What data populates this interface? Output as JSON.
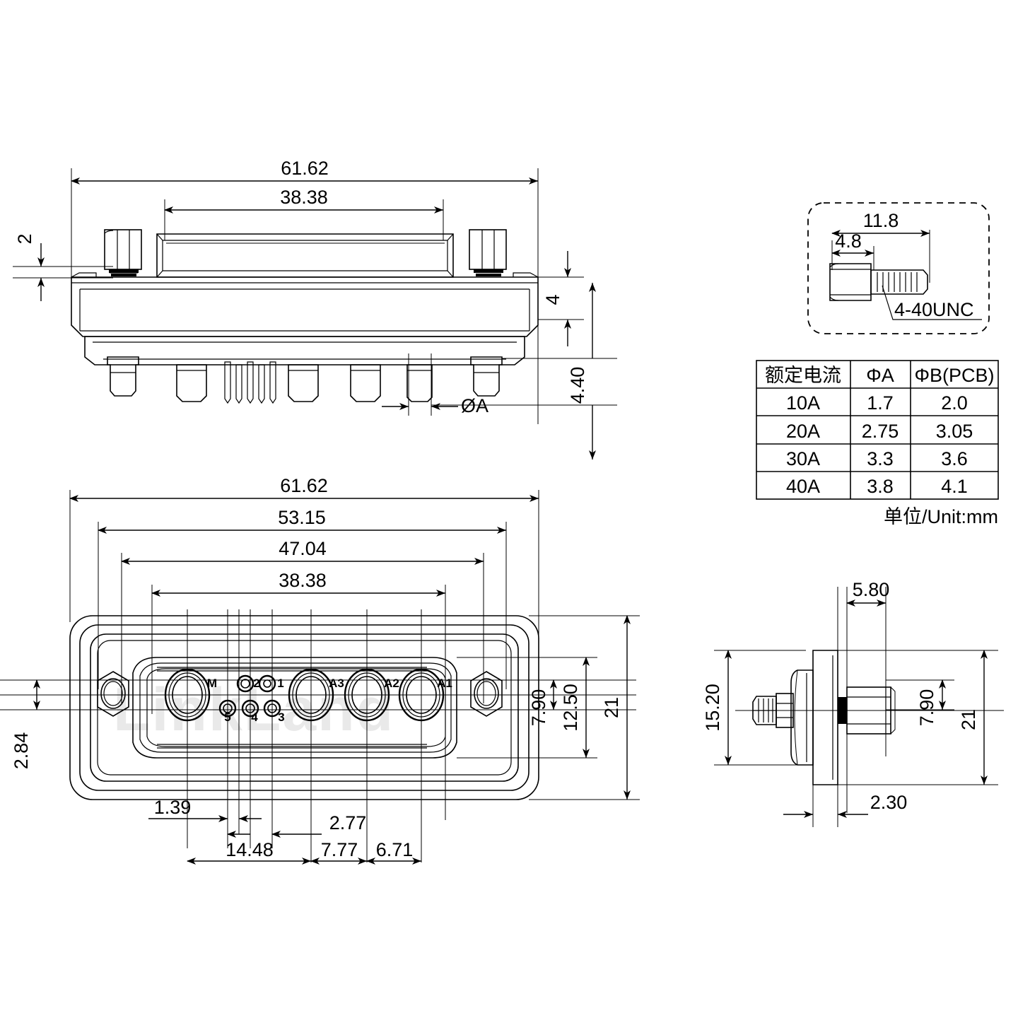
{
  "sheet": {
    "watermark": "LinkLand",
    "unit_note": "单位/Unit:mm"
  },
  "top_view": {
    "name": "side-elevation-view",
    "dimensions": {
      "overall_width": "61.62",
      "body_width": "38.38",
      "flange_thickness_top": "2",
      "flange_step": "4",
      "pin_length": "4.40",
      "pin_diameter_label": "ØA"
    }
  },
  "screw_detail": {
    "name": "jackscrew-detail",
    "total_length": "11.8",
    "head_length": "4.8",
    "thread_spec": "4-40UNC"
  },
  "front_view": {
    "name": "front-view",
    "horizontal_dims": {
      "overall": "61.62",
      "mounting_hole_span": "53.15",
      "shell_span": "47.04",
      "contact_span": "38.38"
    },
    "vertical_dims": {
      "small_pin_row_span": "7.90",
      "mid_span": "12.50",
      "overall_height": "21",
      "edge_offset": "2.84"
    },
    "bottom_dims": {
      "d1": "1.39",
      "d2": "2.77",
      "d3": "14.48",
      "d4": "7.77",
      "d5": "6.71"
    },
    "pin_labels": {
      "power_left": "M",
      "signal_top": [
        "2",
        "1"
      ],
      "signal_bottom": [
        "5",
        "4",
        "3"
      ],
      "power_right": [
        "A3",
        "A2",
        "A1"
      ]
    }
  },
  "side_view": {
    "name": "right-side-view",
    "dimensions": {
      "screw_protrusion": "5.80",
      "body_height": "15.20",
      "screw_center_span": "7.90",
      "overall_height": "21",
      "flange_thickness": "2.30"
    }
  },
  "current_table": {
    "name": "rated-current-table",
    "headers": [
      "额定电流",
      "ΦA",
      "ΦB(PCB)"
    ],
    "rows": [
      [
        "10A",
        "1.7",
        "2.0"
      ],
      [
        "20A",
        "2.75",
        "3.05"
      ],
      [
        "30A",
        "3.3",
        "3.6"
      ],
      [
        "40A",
        "3.8",
        "4.1"
      ]
    ]
  }
}
